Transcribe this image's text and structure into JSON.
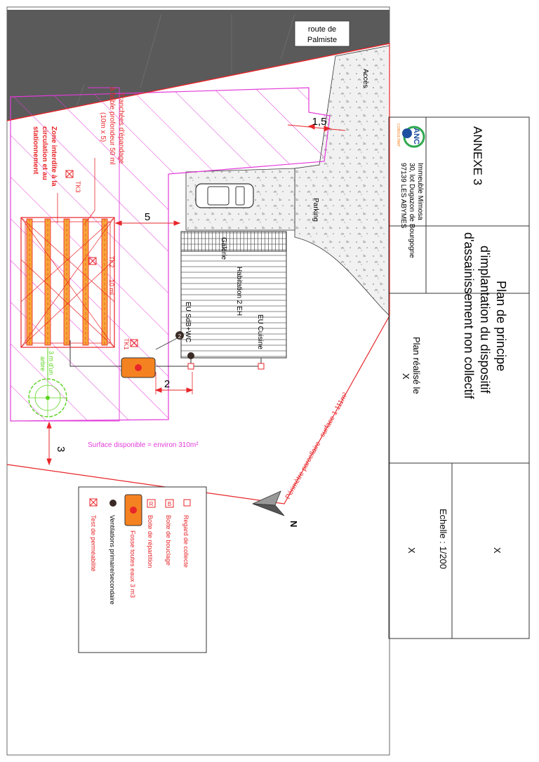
{
  "colors": {
    "road": "#5a5a5a",
    "gravel": "#eeeeee",
    "zone_hatch": "#e23bd9",
    "property_line": "#e8262a",
    "trench_fill": "#f7a638",
    "septic_tank": "#f58220",
    "ventilation": "#3b2b26",
    "tree": "#5ad31e",
    "ink": "#000000"
  },
  "site": {
    "road_label": "route de Palmiste",
    "access_label": "Accès",
    "parking_label": "Parking",
    "dim_1_5": "1,5",
    "dim_5": "5",
    "dim_2": "2",
    "dim_3": "3",
    "trench_note": [
      "Tranchées d'épandage",
      "à faible profondeur 50 ml",
      "(10m x 5)"
    ],
    "forbidden_zone": [
      "Zone interdite à la",
      "circulation et au",
      "stationnement"
    ],
    "tk3": "TK3",
    "tk2": "TK2",
    "tk1": "TK1",
    "trench_length": "10 ml",
    "house_name": "Habitation 2 EH",
    "gallery": "Galerie",
    "eu_kitchen": "EU Cuisine",
    "eu_bathroom": "EU SdB+WC",
    "vent_number": "2",
    "tree_note": [
      "3 m d'un",
      "arbre"
    ],
    "available_area": "Surface disponible = environ 310m²",
    "perimeter": "Périmètre parcellaire - surface 1 111m²",
    "north": "N"
  },
  "legend": {
    "items": [
      {
        "icon": "inspection-box-icon",
        "label": "Regard de collecte"
      },
      {
        "icon": "loop-box-icon",
        "label": "Boite de bouclage"
      },
      {
        "icon": "distribution-box-icon",
        "label": "Boite de répartition"
      },
      {
        "icon": "septic-tank-icon",
        "label": "Fosse toutes eaux 3 m3"
      },
      {
        "icon": "ventilation-icon",
        "label": "Ventilations primaire/secondaire"
      },
      {
        "icon": "permeability-test-icon",
        "label": "Test de perméabilité"
      }
    ],
    "b_letter": "B",
    "r_letter": "R"
  },
  "title_block": {
    "annex": "ANNEXE 3",
    "title_lines": [
      "Plan de principe",
      "d'implantation du dispositif",
      "d'assainissement non collectif"
    ],
    "company_lines": [
      "Immeuble Mimosa",
      "30, lot Dugazon de Bourgogne",
      "97139 LES ABYMES"
    ],
    "logo_text": "ANC",
    "logo_sub": "CONSULTANT",
    "date_label": "Plan réalisé le",
    "date_value": "X",
    "scale_label": "Echelle : 1/200",
    "scale_x": "X",
    "top_x": "X"
  }
}
